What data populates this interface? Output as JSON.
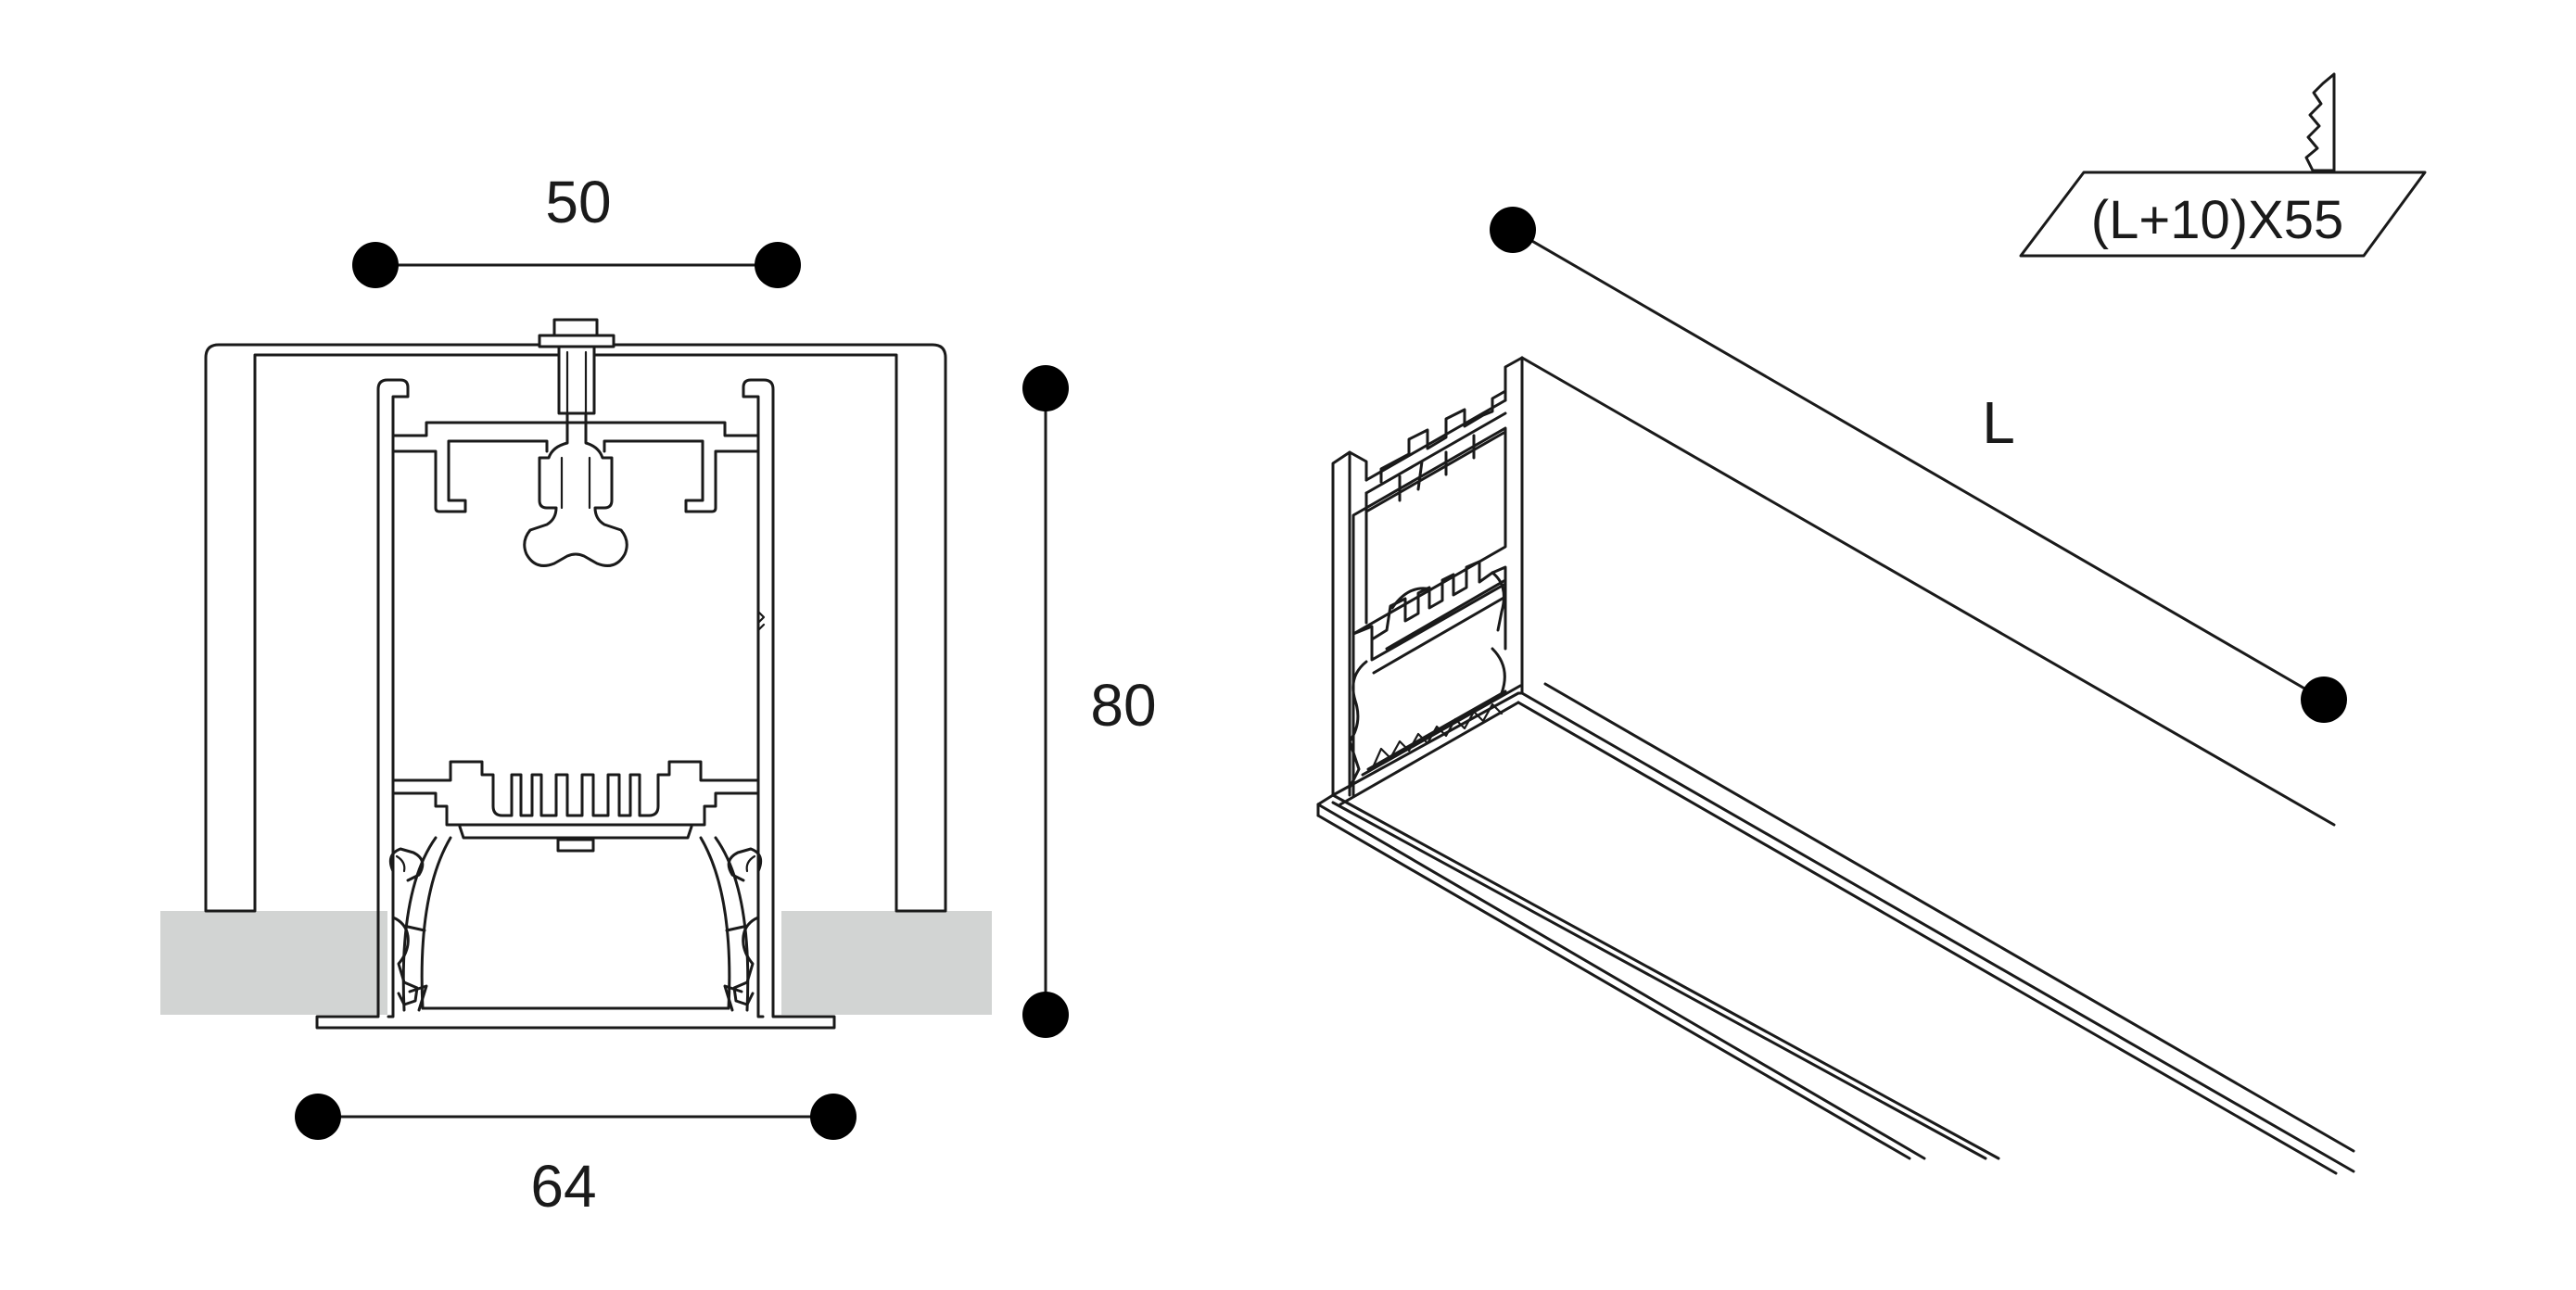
{
  "dimensions": {
    "top_width": "50",
    "bottom_width": "64",
    "height": "80",
    "length": "L"
  },
  "cutout_label": "(L+10)X55",
  "colors": {
    "line": "#1a1a1a",
    "dimension_dot": "#000000",
    "ceiling": "#d2d4d3",
    "background": "#ffffff"
  }
}
